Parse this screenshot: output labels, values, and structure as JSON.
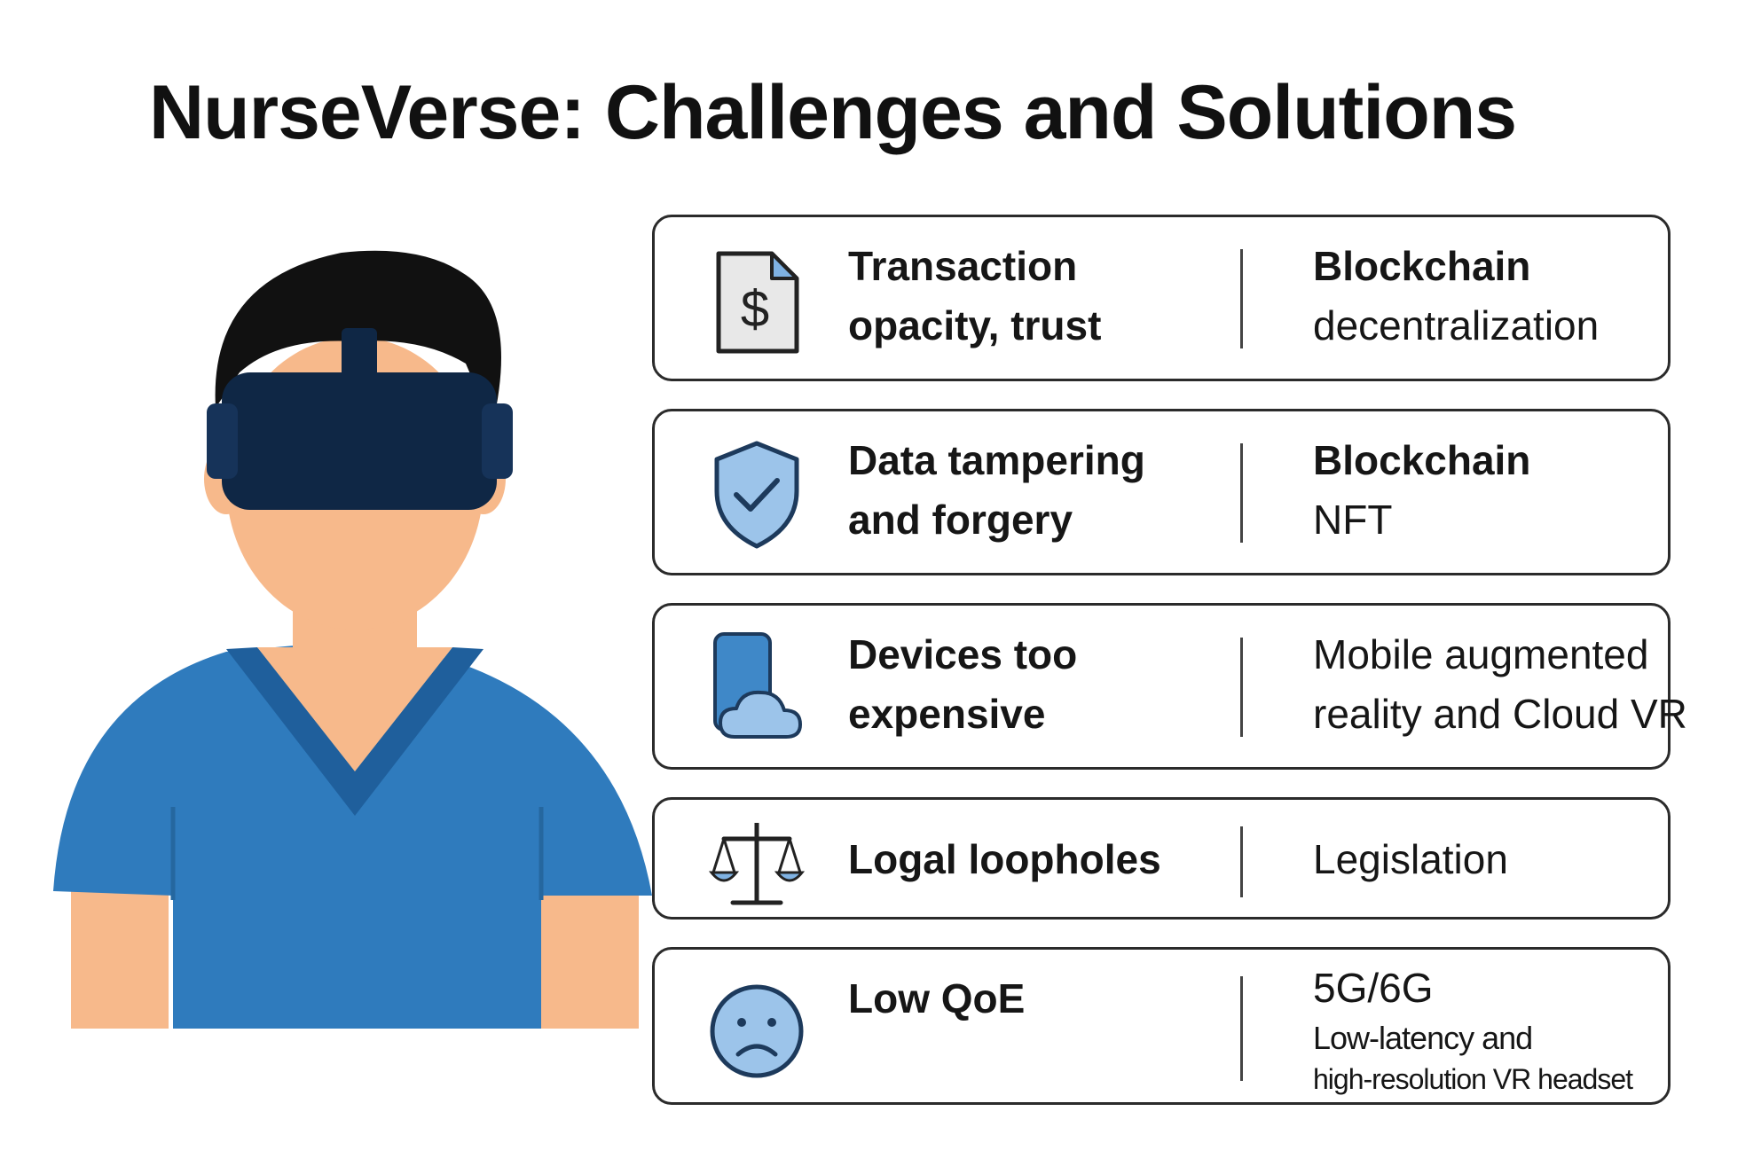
{
  "title": "NurseVerse: Challenges and Solutions",
  "colors": {
    "scrubs": "#2f7bbd",
    "scrubs_dark": "#1f5f9c",
    "skin": "#f7b98b",
    "headset": "#0f2745",
    "hair": "#111111",
    "icon_fill": "#9cc4ea",
    "icon_stroke": "#1d3a5c"
  },
  "rows": [
    {
      "icon": "dollar-document-icon",
      "challenge": [
        "Transaction",
        "opacity, trust"
      ],
      "solution_title": "Blockchain",
      "solution_detail": [
        "decentralization"
      ]
    },
    {
      "icon": "shield-check-icon",
      "challenge": [
        "Data tampering",
        "and forgery"
      ],
      "solution_title": "Blockchain",
      "solution_detail": [
        "NFT"
      ]
    },
    {
      "icon": "phone-cloud-icon",
      "challenge": [
        "Devices too",
        "expensive"
      ],
      "solution_title": "",
      "solution_detail": [
        "Mobile augmented",
        "reality and Cloud VR"
      ]
    },
    {
      "icon": "scales-icon",
      "challenge": [
        "Logal loopholes"
      ],
      "solution_title": "",
      "solution_detail": [
        "Legislation"
      ]
    },
    {
      "icon": "sad-face-icon",
      "challenge": [
        "Low QoE"
      ],
      "solution_title": "",
      "solution_detail": [
        "5G/6G",
        "Low-latency and",
        "high-resolution VR headset"
      ]
    }
  ]
}
